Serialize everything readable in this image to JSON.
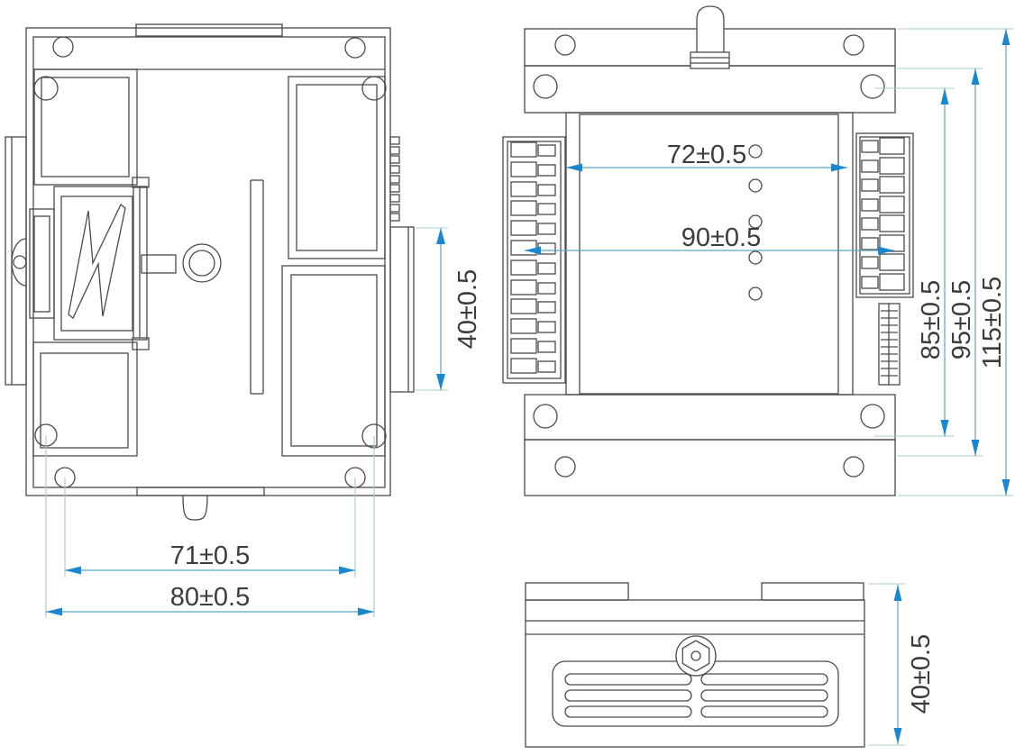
{
  "drawing": {
    "dimensions": {
      "side_view": {
        "hole_pitch_width": "71±0.5",
        "overall_width": "80±0.5",
        "connector_depth": "40±0.5"
      },
      "top_view": {
        "inner_width": "72±0.5",
        "outer_width": "90±0.5",
        "hole_pitch_height": "85±0.5",
        "body_height": "95±0.5",
        "overall_height": "115±0.5"
      },
      "rear_view": {
        "overall_height": "40±0.5"
      }
    },
    "colors": {
      "outline": "#4a4a4a",
      "dimension_line": "#5aa7c4",
      "extension_line": "#a6ccc5",
      "arrow": "#1b87d1",
      "text": "#3c3c3c",
      "background": "#ffffff"
    }
  }
}
